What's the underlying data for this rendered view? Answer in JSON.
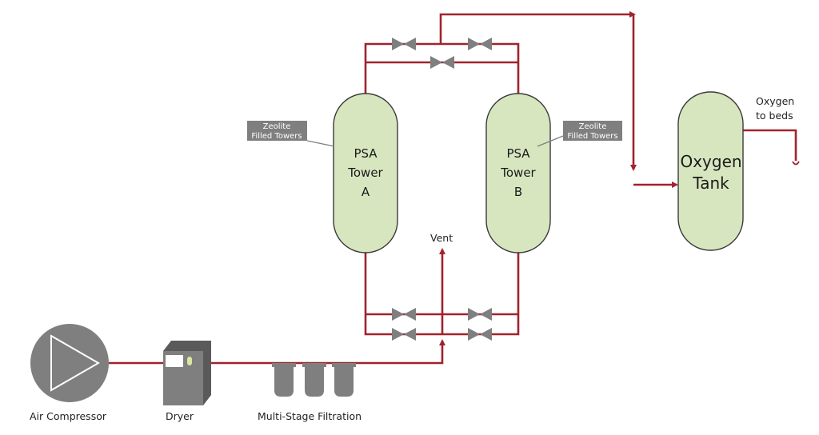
{
  "diagram": {
    "tower_a": {
      "line1": "PSA",
      "line2": "Tower",
      "line3": "A"
    },
    "tower_b": {
      "line1": "PSA",
      "line2": "Tower",
      "line3": "B"
    },
    "tank": {
      "line1": "Oxygen",
      "line2": "Tank"
    },
    "callout_left": {
      "line1": "Zeolite",
      "line2": "Filled Towers"
    },
    "callout_right": {
      "line1": "Zeolite",
      "line2": "Filled Towers"
    },
    "vent_label": "Vent",
    "outlet_label": {
      "line1": "Oxygen",
      "line2": "to beds"
    },
    "compressor_label": "Air Compressor",
    "dryer_label": "Dryer",
    "filtration_label": "Multi-Stage Filtration"
  },
  "colors": {
    "pipe": "#a0232e",
    "tower_fill": "#d8e6c0",
    "equipment_gray": "#7f7f7f"
  }
}
